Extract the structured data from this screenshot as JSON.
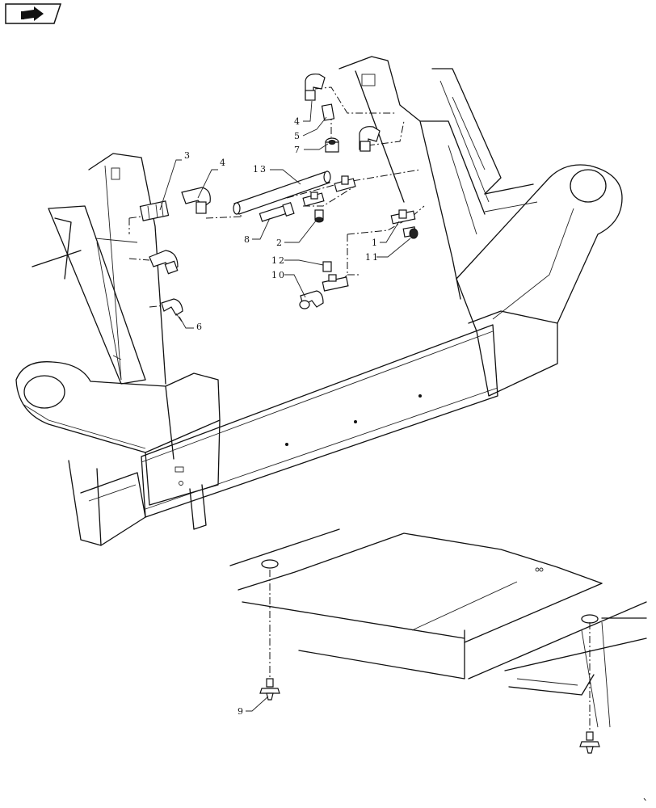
{
  "toolbar": {
    "nav_icon": "next-page-icon"
  },
  "callouts": [
    {
      "label": "3",
      "part": "straight-fitting"
    },
    {
      "label": "4",
      "part": "elbow-fitting"
    },
    {
      "label": "13",
      "part": "hose"
    },
    {
      "label": "4",
      "part": "elbow-fitting"
    },
    {
      "label": "5",
      "part": "adapter"
    },
    {
      "label": "7",
      "part": "nut"
    },
    {
      "label": "8",
      "part": "valve"
    },
    {
      "label": "2",
      "part": "fitting"
    },
    {
      "label": "1",
      "part": "tee-fitting"
    },
    {
      "label": "11",
      "part": "fitting"
    },
    {
      "label": "12",
      "part": "plug"
    },
    {
      "label": "10",
      "part": "elbow"
    },
    {
      "label": "6",
      "part": "elbow-fitting"
    },
    {
      "label": "9",
      "part": "grease-fitting"
    }
  ],
  "footer_mark": "、"
}
